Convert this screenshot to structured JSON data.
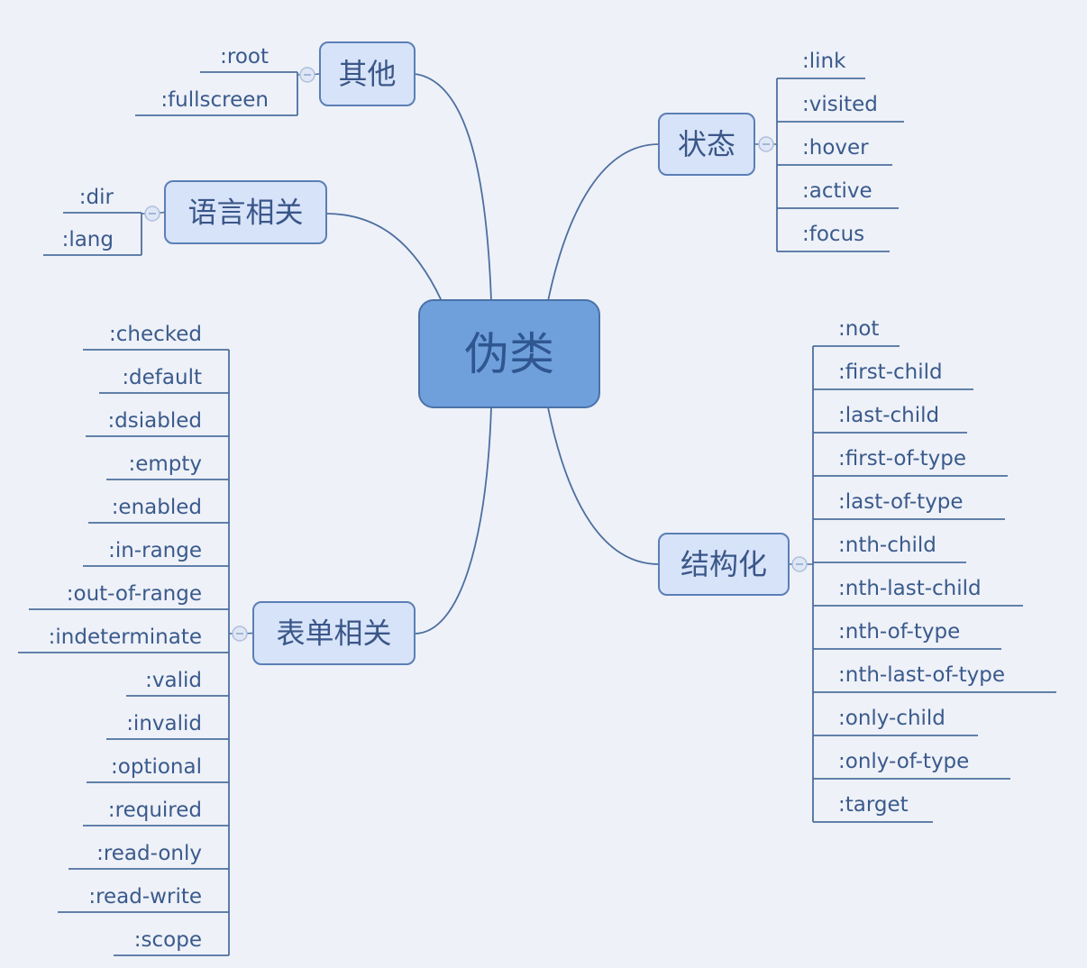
{
  "center": {
    "label": "伪类"
  },
  "colors": {
    "background": "#eef1f8",
    "center_fill": "#6fa0dc",
    "center_border": "#4a72a8",
    "branch_fill": "#d7e3f8",
    "branch_border": "#5b7fb5",
    "line": "#4d6f9f"
  },
  "branches": {
    "other": {
      "label": "其他",
      "children": [
        ":root",
        ":fullscreen"
      ]
    },
    "language": {
      "label": "语言相关",
      "children": [
        ":dir",
        ":lang"
      ]
    },
    "state": {
      "label": "状态",
      "children": [
        ":link",
        ":visited",
        ":hover",
        ":active",
        ":focus"
      ]
    },
    "structural": {
      "label": "结构化",
      "children": [
        ":not",
        ":first-child",
        ":last-child",
        ":first-of-type",
        ":last-of-type",
        ":nth-child",
        ":nth-last-child",
        ":nth-of-type",
        ":nth-last-of-type",
        ":only-child",
        ":only-of-type",
        ":target"
      ]
    },
    "form": {
      "label": "表单相关",
      "children": [
        ":checked",
        ":default",
        ":dsiabled",
        ":empty",
        ":enabled",
        ":in-range",
        ":out-of-range",
        ":indeterminate",
        ":valid",
        ":invalid",
        ":optional",
        ":required",
        ":read-only",
        ":read-write",
        ":scope"
      ]
    }
  }
}
